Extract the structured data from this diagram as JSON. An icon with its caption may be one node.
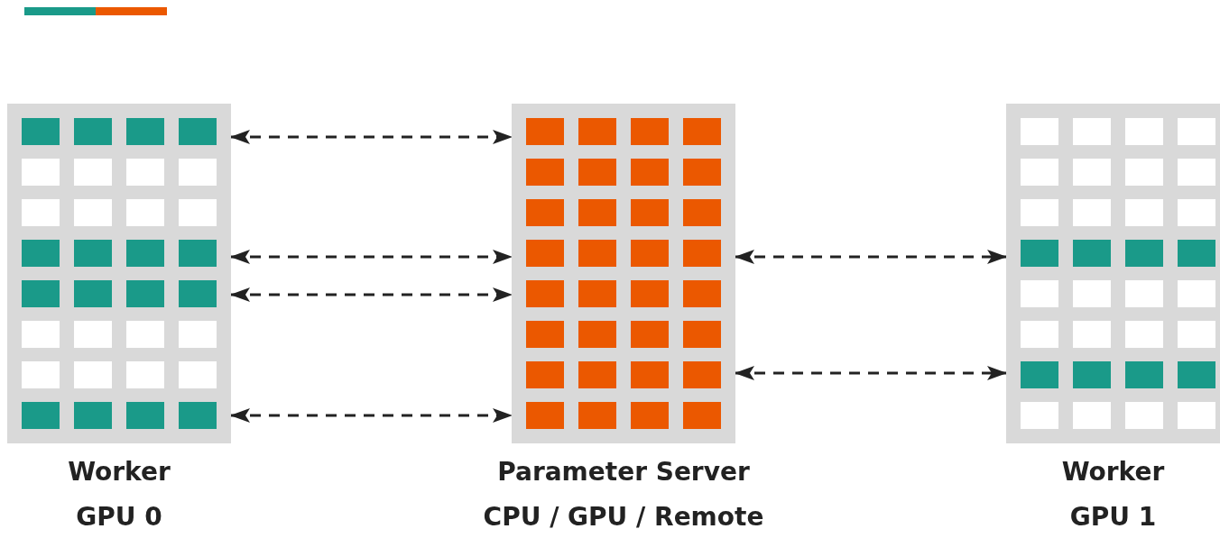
{
  "diagram": {
    "nodes": [
      {
        "text": [
          "Worker",
          "GPU 0"
        ]
      },
      {
        "text": [
          "Parameter Server",
          "CPU / GPU / Remote"
        ]
      },
      {
        "text": [
          "Worker",
          "GPU 1"
        ]
      }
    ],
    "edges": [
      {
        "from": 0,
        "to": 1,
        "arrow": "both",
        "style": "dashed"
      },
      {
        "from": 0,
        "to": 1,
        "arrow": "both",
        "style": "dashed"
      },
      {
        "from": 0,
        "to": 1,
        "arrow": "both",
        "style": "dashed"
      },
      {
        "from": 0,
        "to": 1,
        "arrow": "both",
        "style": "dashed"
      },
      {
        "from": 1,
        "to": 2,
        "arrow": "both",
        "style": "dashed"
      },
      {
        "from": 1,
        "to": 2,
        "arrow": "both",
        "style": "dashed"
      }
    ]
  }
}
